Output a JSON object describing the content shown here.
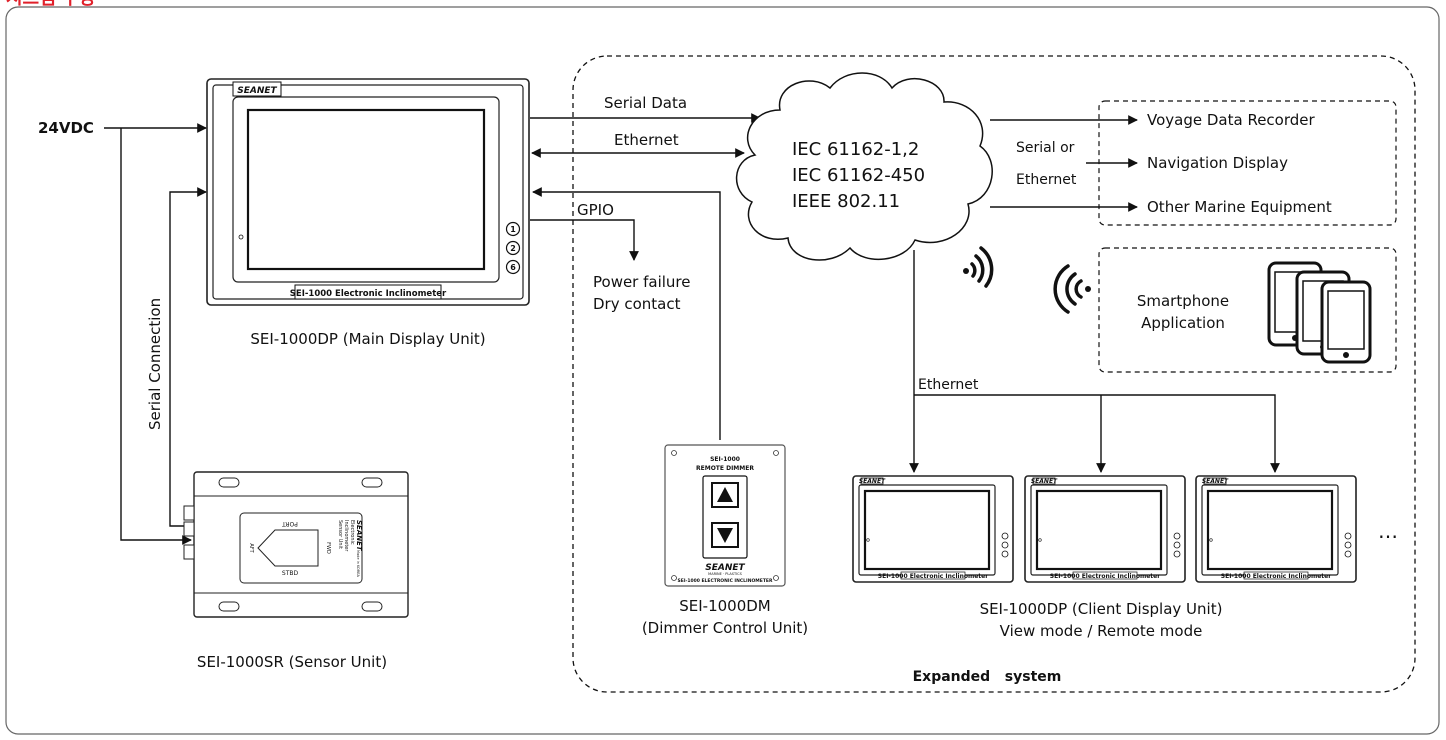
{
  "header_fragment": "시스템 구성",
  "colors": {
    "accent_red": "#e0202a",
    "line": "#111111",
    "frame": "#555555"
  },
  "power": {
    "label": "24VDC"
  },
  "main_display": {
    "brand": "SEANET",
    "badge": "SEI-1000 Electronic Inclinometer",
    "buttons": [
      "1",
      "2",
      "6"
    ],
    "caption": "SEI-1000DP (Main Display Unit)"
  },
  "links": {
    "serial_data": "Serial Data",
    "ethernet": "Ethernet",
    "gpio": "GPIO",
    "serial_connection": "Serial Connection",
    "ethernet_clients": "Ethernet"
  },
  "gpio_output": {
    "line1": "Power failure",
    "line2": "Dry contact"
  },
  "cloud": {
    "lines": [
      "IEC 61162-1,2",
      "IEC 61162-450",
      "IEEE 802.11"
    ]
  },
  "serial_or_ethernet": {
    "line1": "Serial or",
    "line2": "Ethernet"
  },
  "outputs": [
    "Voyage Data Recorder",
    "Navigation Display",
    "Other Marine Equipment"
  ],
  "smartphone": {
    "line1": "Smartphone",
    "line2": "Application"
  },
  "sensor_unit": {
    "caption": "SEI-1000SR (Sensor Unit)",
    "label_lines": [
      "Electronic",
      "Inclinometer",
      "Sensor Unit"
    ],
    "brand": "SEANET",
    "made": "Made in KOREA",
    "port": "PORT",
    "stbd": "STBD",
    "fwd": "FWD",
    "aft": "AFT"
  },
  "dimmer": {
    "title1": "SEI-1000",
    "title2": "REMOTE DIMMER",
    "brand": "SEANET",
    "subbrand": "MARINE · PLASTICS",
    "footer": "SEI-1000 ELECTRONIC INCLINOMETER",
    "caption1": "SEI-1000DM",
    "caption2": "(Dimmer Control Unit)"
  },
  "clients": {
    "brand": "SEANET",
    "badge": "SEI-1000 Electronic Inclinometer",
    "caption1": "SEI-1000DP (Client Display Unit)",
    "caption2": "View mode / Remote mode",
    "ellipsis": "…"
  },
  "expanded": {
    "label": "Expanded   system"
  }
}
